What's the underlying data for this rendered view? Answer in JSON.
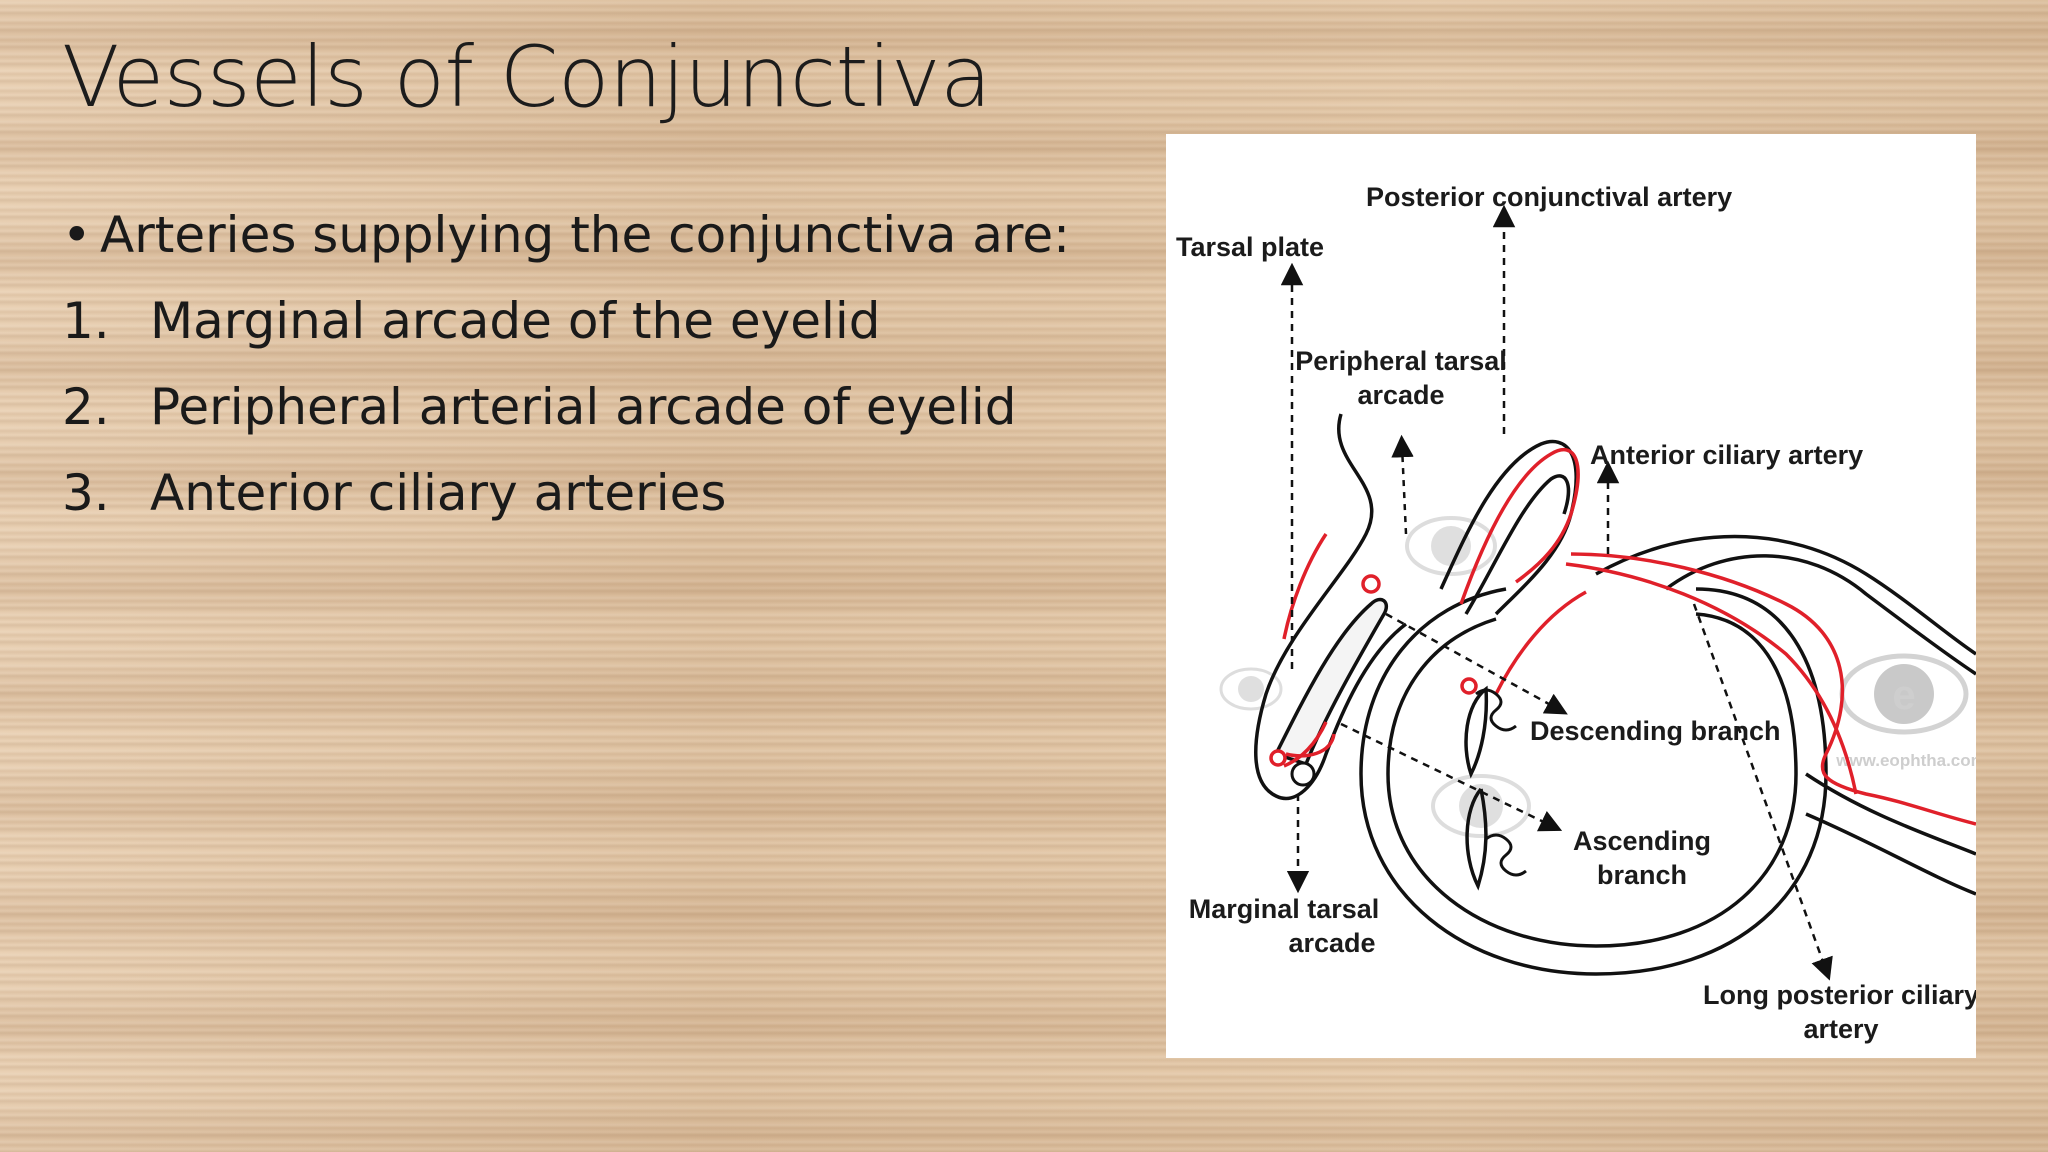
{
  "slide": {
    "title": "Vessels of Conjunctiva",
    "bullet": "Arteries supplying the conjunctiva are:",
    "list": [
      {
        "num": "1.",
        "text": "Marginal arcade of the eyelid"
      },
      {
        "num": "2.",
        "text": "Peripheral arterial arcade of eyelid"
      },
      {
        "num": "3.",
        "text": "Anterior ciliary arteries"
      }
    ]
  },
  "figure": {
    "labels": {
      "posterior_conjunctival": "Posterior conjunctival artery",
      "tarsal_plate": "Tarsal plate",
      "peripheral_tarsal_1": "Peripheral tarsal",
      "peripheral_tarsal_2": "arcade",
      "anterior_ciliary": "Anterior ciliary artery",
      "descending_branch": "Descending branch",
      "ascending_branch_1": "Ascending",
      "ascending_branch_2": "branch",
      "marginal_tarsal_1": "Marginal tarsal",
      "marginal_tarsal_2": "arcade",
      "long_posterior_1": "Long posterior ciliary",
      "long_posterior_2": "artery"
    },
    "watermark": {
      "letter": "e",
      "url": "www.eophtha.com"
    },
    "colors": {
      "vessel": "#e0202a",
      "outline": "#111111"
    }
  }
}
